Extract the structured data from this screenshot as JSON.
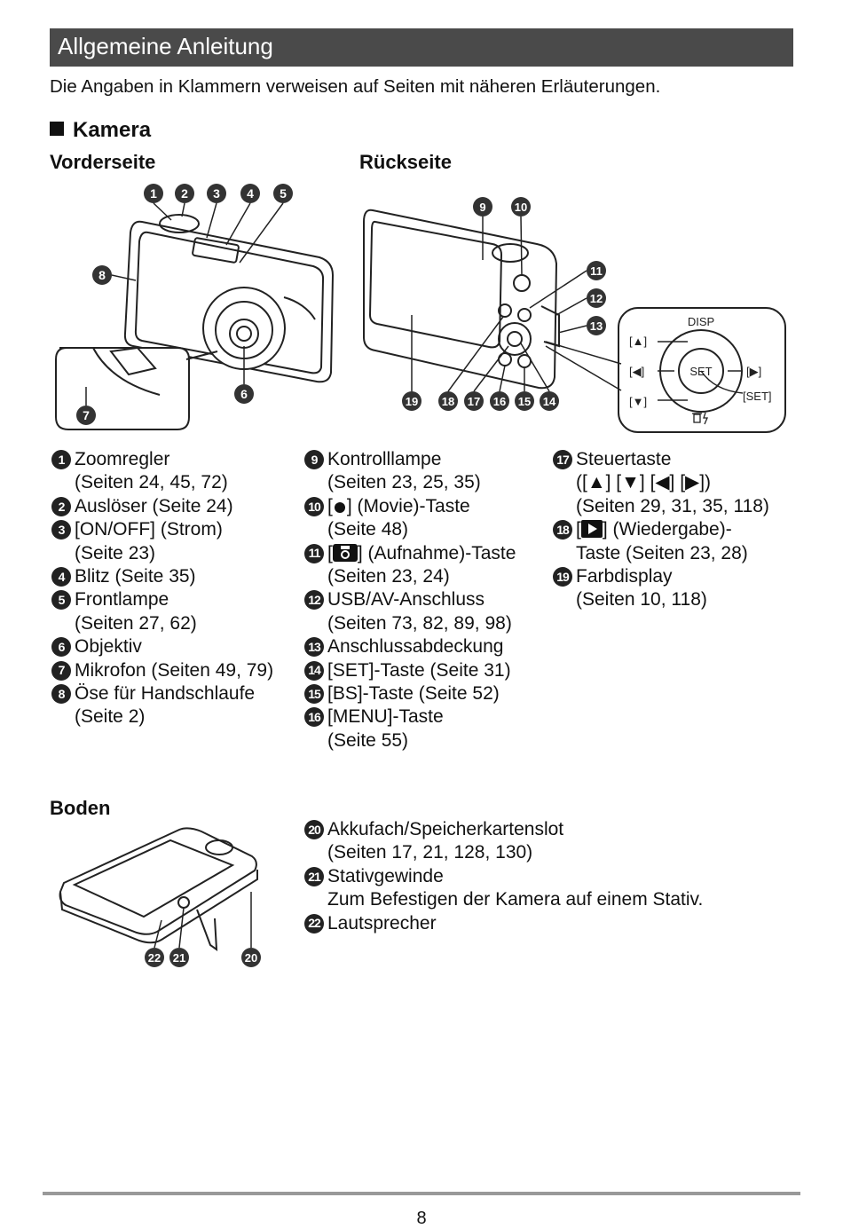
{
  "header": {
    "title": "Allgemeine Anleitung"
  },
  "intro": "Die Angaben in Klammern verweisen auf Seiten mit näheren Erläuterungen.",
  "section": "Kamera",
  "front_label": "Vorderseite",
  "rear_label": "Rückseite",
  "bottom_label": "Boden",
  "markers": {
    "n1": "1",
    "n2": "2",
    "n3": "3",
    "n4": "4",
    "n5": "5",
    "n6": "6",
    "n7": "7",
    "n8": "8",
    "n9": "9",
    "n10": "10",
    "n11": "11",
    "n12": "12",
    "n13": "13",
    "n14": "14",
    "n15": "15",
    "n16": "16",
    "n17": "17",
    "n18": "18",
    "n19": "19",
    "n20": "20",
    "n21": "21",
    "n22": "22"
  },
  "diagram_labels": {
    "disp": "DISP",
    "up": "[▲]",
    "left": "[◀]",
    "down": "[▼]",
    "right": "[▶]",
    "set": "SET",
    "set_bracket": "[SET]"
  },
  "items": {
    "i1": {
      "l1": "Zoomregler",
      "l2": "(Seiten 24, 45, 72)"
    },
    "i2": {
      "l1": "Auslöser (Seite 24)"
    },
    "i3": {
      "l1": "[ON/OFF] (Strom)",
      "l2": "(Seite 23)"
    },
    "i4": {
      "l1": "Blitz (Seite 35)"
    },
    "i5": {
      "l1": "Frontlampe",
      "l2": "(Seiten 27, 62)"
    },
    "i6": {
      "l1": "Objektiv"
    },
    "i7": {
      "l1": "Mikrofon (Seiten 49, 79)"
    },
    "i8": {
      "l1": "Öse für Handschlaufe",
      "l2": "(Seite 2)"
    },
    "i9": {
      "l1": "Kontrolllampe",
      "l2": "(Seiten 23, 25, 35)"
    },
    "i10": {
      "pre": "[",
      "post": "] (Movie)-Taste",
      "l2": "(Seite 48)"
    },
    "i11": {
      "pre": "[",
      "post": "] (Aufnahme)-Taste",
      "l2": "(Seiten 23, 24)"
    },
    "i12": {
      "l1": "USB/AV-Anschluss",
      "l2": "(Seiten 73, 82, 89, 98)"
    },
    "i13": {
      "l1": "Anschlussabdeckung"
    },
    "i14": {
      "l1": "[SET]-Taste (Seite 31)"
    },
    "i15": {
      "l1": "[BS]-Taste (Seite 52)"
    },
    "i16": {
      "l1": "[MENU]-Taste",
      "l2": "(Seite 55)"
    },
    "i17": {
      "l1": "Steuertaste",
      "l2": "([▲] [▼] [◀] [▶])",
      "l3": "(Seiten 29, 31, 35, 118)"
    },
    "i18": {
      "pre": "[",
      "post": "] (Wiedergabe)-",
      "l2": "Taste (Seiten 23, 28)"
    },
    "i19": {
      "l1": "Farbdisplay",
      "l2": "(Seiten 10, 118)"
    },
    "i20": {
      "l1": "Akkufach/Speicherkartenslot",
      "l2": "(Seiten 17, 21, 128, 130)"
    },
    "i21": {
      "l1": "Stativgewinde",
      "l2": "Zum Befestigen der Kamera auf einem Stativ."
    },
    "i22": {
      "l1": "Lautsprecher"
    }
  },
  "page_number": "8"
}
